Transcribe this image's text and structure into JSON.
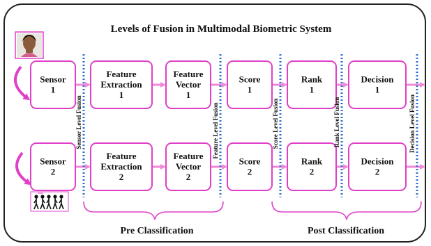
{
  "title": "Levels of Fusion in Multimodal Biometric System",
  "rows": [
    {
      "boxes": [
        {
          "lines": [
            "Sensor",
            "1"
          ]
        },
        {
          "lines": [
            "Feature",
            "Extraction",
            "1"
          ]
        },
        {
          "lines": [
            "Feature",
            "Vector",
            "1"
          ]
        },
        {
          "lines": [
            "Score",
            "1"
          ]
        },
        {
          "lines": [
            "Rank",
            "1"
          ]
        },
        {
          "lines": [
            "Decision",
            "1"
          ]
        }
      ]
    },
    {
      "boxes": [
        {
          "lines": [
            "Sensor",
            "2"
          ]
        },
        {
          "lines": [
            "Feature",
            "Extraction",
            "2"
          ]
        },
        {
          "lines": [
            "Feature",
            "Vector",
            "2"
          ]
        },
        {
          "lines": [
            "Score",
            "2"
          ]
        },
        {
          "lines": [
            "Rank",
            "2"
          ]
        },
        {
          "lines": [
            "Decision",
            "2"
          ]
        }
      ]
    }
  ],
  "fusion_levels": [
    "Sensor Level Fusion",
    "Feature Level Fusion",
    "Score Level Fusion",
    "Rank Level Fusion",
    "Decision Level Fusion"
  ],
  "groups": {
    "pre": "Pre Classification",
    "post": "Post Classification"
  },
  "colors": {
    "box_border": "#e040c8",
    "arrow": "#f08ad8",
    "dotted": "#2a6fcf",
    "frame": "#222222"
  },
  "icons": {
    "face": "face-photo-icon",
    "gait": "gait-silhouettes-icon",
    "loop": "curved-arrow-icon"
  }
}
